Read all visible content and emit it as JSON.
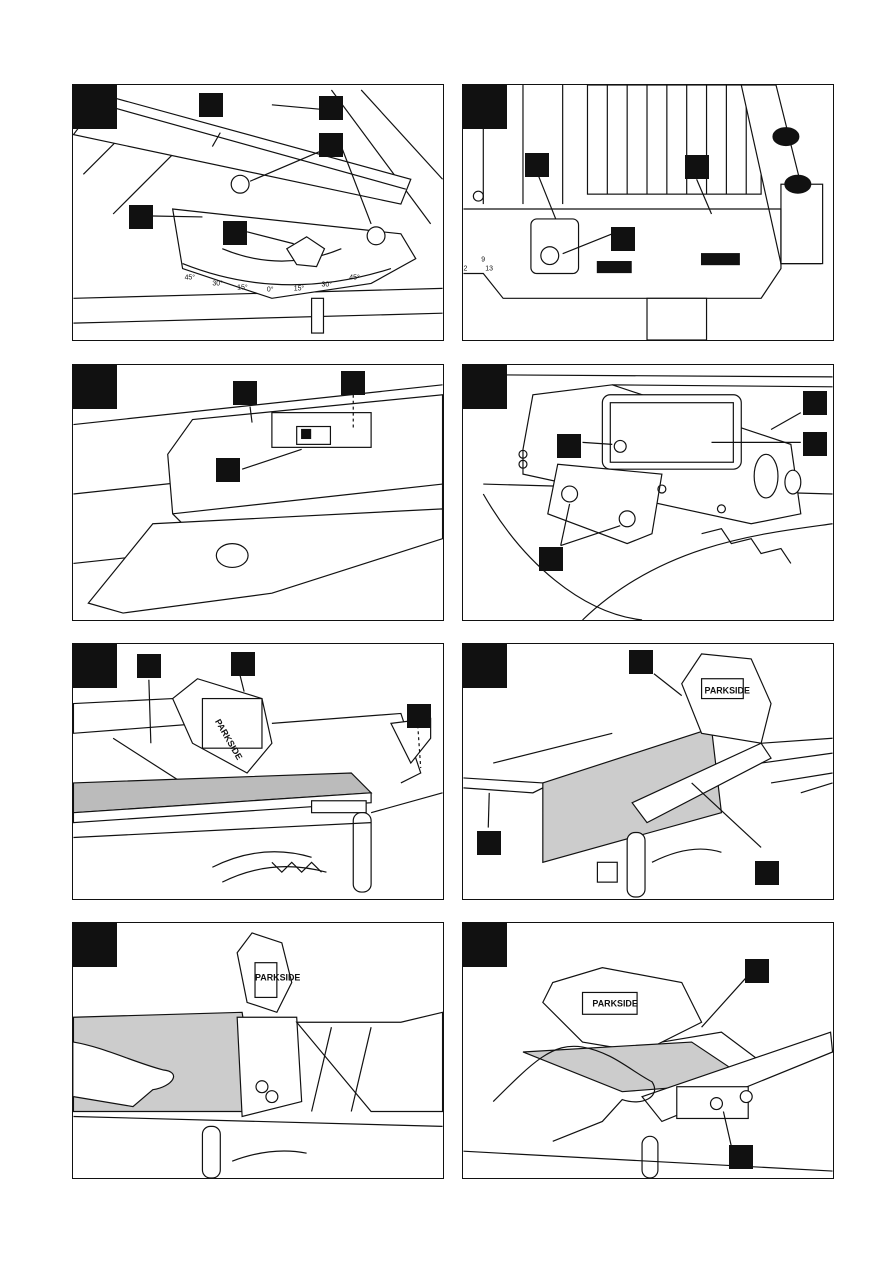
{
  "page": {
    "background": "#ffffff",
    "ink": "#111111",
    "panel_count": 8
  },
  "panels": [
    {
      "id": "miter-gauge",
      "scale_labels": [
        "45°",
        "30°",
        "15°",
        "0°",
        "15°",
        "30°",
        "45°"
      ]
    },
    {
      "id": "table-insert",
      "scale_labels": [
        "2",
        "9",
        "13"
      ]
    },
    {
      "id": "blade-guard-switch",
      "scale_labels": []
    },
    {
      "id": "riving-knife-mount",
      "scale_labels": []
    },
    {
      "id": "rip-fence-cut",
      "brand_label": "PARKSIDE"
    },
    {
      "id": "bevel-cut",
      "brand_label": "PARKSIDE"
    },
    {
      "id": "narrow-workpiece",
      "brand_label": "PARKSIDE"
    },
    {
      "id": "push-through",
      "brand_label": "PARKSIDE"
    }
  ],
  "icons": {
    "callout_marker": "black-square-callout",
    "hand": "hand-icon"
  }
}
